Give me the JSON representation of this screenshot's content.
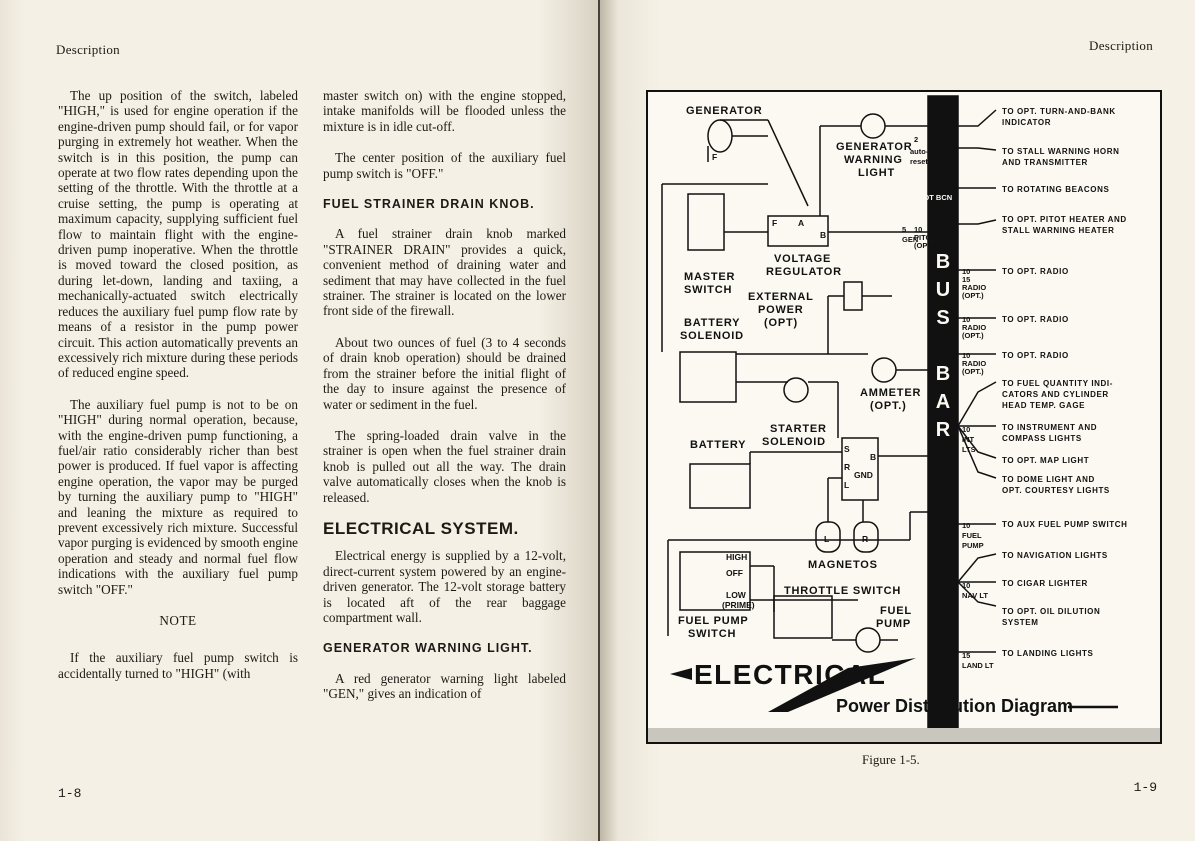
{
  "left_page": {
    "header": "Description",
    "page_number": "1-8",
    "col1": {
      "p1": "The up position of the switch, labeled \"HIGH,\" is used for engine operation if the engine-driven pump should fail, or for vapor purging in extremely hot weather. When the switch is in this position, the pump can operate at two flow rates depending upon the setting of the throttle. With the throttle at a cruise setting, the pump is operating at maximum capacity, supplying sufficient fuel flow to maintain flight with the engine-driven pump inoperative. When the throttle is moved toward the closed position, as during let-down, landing and taxiing, a mechanically-actuated switch electrically reduces the auxiliary fuel pump flow rate by means of a resistor in the pump power circuit. This action automatically prevents an excessively rich mixture during these periods of reduced engine speed.",
      "p2": "The auxiliary fuel pump is not to be on \"HIGH\" during normal operation, because, with the engine-driven pump functioning, a fuel/air ratio considerably richer than best power is produced. If fuel vapor is affecting engine operation, the vapor may be purged by turning the auxiliary pump to \"HIGH\" and leaning the mixture as required to prevent excessively rich mixture. Successful vapor purging is evidenced by smooth engine operation and steady and normal fuel flow indications with the auxiliary fuel pump switch \"OFF.\"",
      "note": "NOTE",
      "p3": "If the auxiliary fuel pump switch is accidentally turned to \"HIGH\" (with"
    },
    "col2": {
      "p1": "master switch on) with the engine stopped, intake manifolds will be flooded unless the mixture is in idle cut-off.",
      "p2": "The center position of the auxiliary fuel pump switch is \"OFF.\"",
      "h1": "FUEL STRAINER DRAIN KNOB.",
      "p3": "A fuel strainer drain knob marked \"STRAINER DRAIN\" provides a quick, convenient method of draining water and sediment that may have collected in the fuel strainer. The strainer is located on the lower front side of the firewall.",
      "p4": "About two ounces of fuel (3 to 4 seconds of drain knob operation) should be drained from the strainer before the initial flight of the day to insure against the presence of water or sediment in the fuel.",
      "p5": "The spring-loaded drain valve in the strainer is open when the fuel strainer drain knob is pulled out all the way. The drain valve automatically closes when the knob is released.",
      "h2": "ELECTRICAL SYSTEM.",
      "p6": "Electrical energy is supplied by a 12-volt, direct-current system powered by an engine-driven generator. The 12-volt storage battery is located aft of the rear baggage compartment wall.",
      "h3": "GENERATOR WARNING LIGHT.",
      "p7": "A red generator warning light labeled \"GEN,\" gives an indication of"
    }
  },
  "right_page": {
    "header": "Description",
    "page_number": "1-9",
    "caption": "Figure 1-5.",
    "diagram": {
      "components": {
        "generator": "GENERATOR",
        "gen_warning_1": "GENERATOR",
        "gen_warning_2": "WARNING",
        "gen_warning_3": "LIGHT",
        "voltage_reg_1": "VOLTAGE",
        "voltage_reg_2": "REGULATOR",
        "master_1": "MASTER",
        "master_2": "SWITCH",
        "ext_power_1": "EXTERNAL",
        "ext_power_2": "POWER",
        "ext_power_3": "(OPT)",
        "batt_sol_1": "BATTERY",
        "batt_sol_2": "SOLENOID",
        "starter_1": "STARTER",
        "starter_2": "SOLENOID",
        "battery": "BATTERY",
        "ammeter_1": "AMMETER",
        "ammeter_2": "(OPT.)",
        "magnetos": "MAGNETOS",
        "throttle_switch": "THROTTLE SWITCH",
        "fuel_pump_1": "FUEL",
        "fuel_pump_2": "PUMP",
        "fps_1": "FUEL PUMP",
        "fps_2": "SWITCH",
        "high": "HIGH",
        "off": "OFF",
        "low": "LOW",
        "prime": "(PRIME)",
        "mag_l": "L",
        "mag_r": "R",
        "term_s": "S",
        "term_b": "B",
        "term_r": "R",
        "term_l": "L",
        "term_gnd": "GND",
        "term_f": "F",
        "term_a": "A",
        "term_b2": "B"
      },
      "bus_letters": [
        "B",
        "U",
        "S",
        "B",
        "A",
        "R"
      ],
      "bus_small": {
        "auto_reset_1": "2",
        "auto_reset_2": "auto-",
        "auto_reset_3": "reset",
        "gen": "GEN",
        "gen_amp": "5",
        "rot_bcn": "ROT BCN",
        "pitot_amp": "10",
        "pitot": "PITOT HT",
        "pitot_opt": "(OPT.)",
        "radio1_amp": "10",
        "radio1_amp2": "15",
        "radio1": "RADIO",
        "radio1_opt": "(OPT.)",
        "radio2_amp": "10",
        "radio2": "RADIO",
        "radio2_opt": "(OPT.)",
        "radio3_amp": "10",
        "radio3": "RADIO",
        "radio3_opt": "(OPT.)",
        "int_amp": "10",
        "int": "INT",
        "lts": "LTS",
        "fuel_amp": "10",
        "fuel": "FUEL",
        "pump": "PUMP",
        "nav_amp": "10",
        "nav": "NAV LT",
        "land_amp": "15",
        "land": "LAND LT"
      },
      "outputs": [
        "TO OPT. TURN-AND-BANK",
        "INDICATOR",
        "TO STALL WARNING HORN",
        "AND TRANSMITTER",
        "TO ROTATING BEACONS",
        "TO OPT. PITOT HEATER AND",
        "STALL WARNING HEATER",
        "TO OPT. RADIO",
        "TO OPT. RADIO",
        "TO OPT. RADIO",
        "TO FUEL QUANTITY INDI-",
        "CATORS AND CYLINDER",
        "HEAD TEMP. GAGE",
        "TO INSTRUMENT AND",
        "COMPASS LIGHTS",
        "TO OPT. MAP LIGHT",
        "TO DOME LIGHT AND",
        "OPT. COURTESY LIGHTS",
        "TO AUX FUEL PUMP SWITCH",
        "TO NAVIGATION LIGHTS",
        "TO CIGAR LIGHTER",
        "TO OPT. OIL DILUTION",
        "SYSTEM",
        "TO LANDING LIGHTS"
      ],
      "title_1": "ELECTRICAL",
      "title_2": "Power Distribution Diagram"
    }
  }
}
